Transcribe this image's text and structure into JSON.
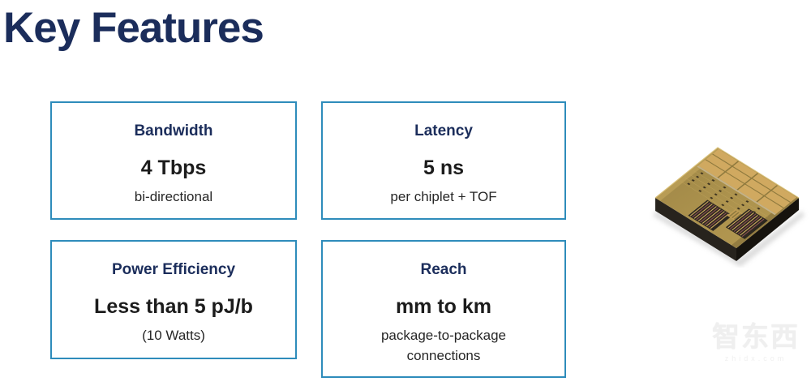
{
  "page": {
    "title": "Key Features",
    "background": "#ffffff"
  },
  "features": [
    {
      "id": "bandwidth",
      "heading": "Bandwidth",
      "value": "4 Tbps",
      "detail": "bi-directional"
    },
    {
      "id": "latency",
      "heading": "Latency",
      "value": "5 ns",
      "detail": "per chiplet + TOF"
    },
    {
      "id": "power-efficiency",
      "heading": "Power Efficiency",
      "value": "Less than 5 pJ/b",
      "detail": "(10 Watts)"
    },
    {
      "id": "reach",
      "heading": "Reach",
      "value": "mm to km",
      "detail": "package-to-package connections"
    }
  ],
  "chip_image": {
    "name": "chiplet-die-photo"
  },
  "watermark": {
    "text": "智东西",
    "subtext": "zhidx.com"
  },
  "colors": {
    "title_navy": "#1b2d5b",
    "box_border_blue": "#2e8cbb",
    "value_black": "#1c1c1c",
    "die_gold": "#a58c4a"
  }
}
